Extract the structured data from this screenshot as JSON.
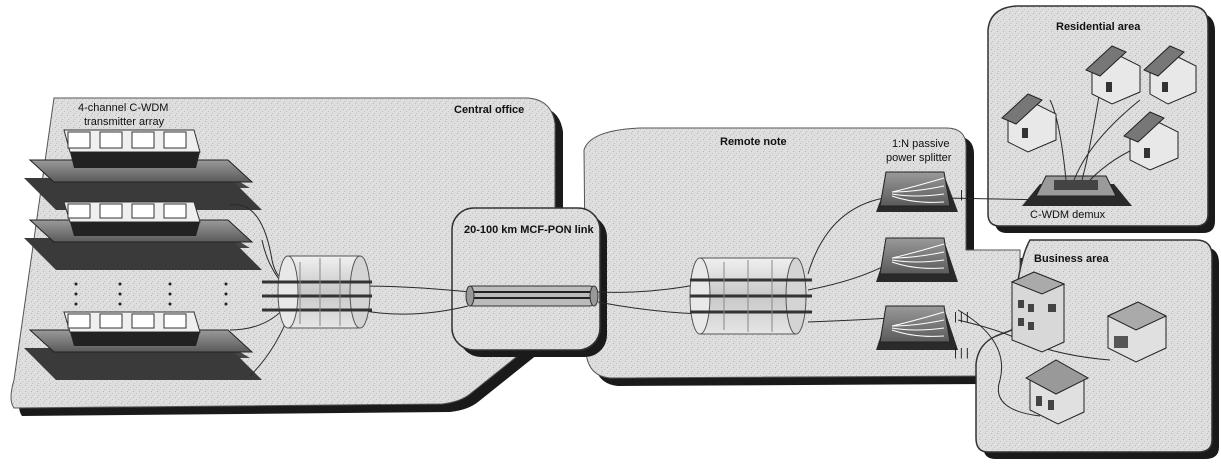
{
  "labels": {
    "transmitter_line1": "4-channel C-WDM",
    "transmitter_line2": "transmitter array",
    "central_office": "Central office",
    "link": "20-100 km MCF-PON link",
    "remote_node": "Remote note",
    "splitter_line1": "1:N passive",
    "splitter_line2": "power splitter",
    "residential": "Residential area",
    "demux": "C-WDM demux",
    "business": "Business area"
  },
  "colors": {
    "region_fill": "#dcdcdc",
    "shadow": "#1a1a1a",
    "outline": "#333333",
    "board_top": "#a9a9a9",
    "board_dark": "#4a4a4a",
    "fiber": "#2a2a2a"
  }
}
